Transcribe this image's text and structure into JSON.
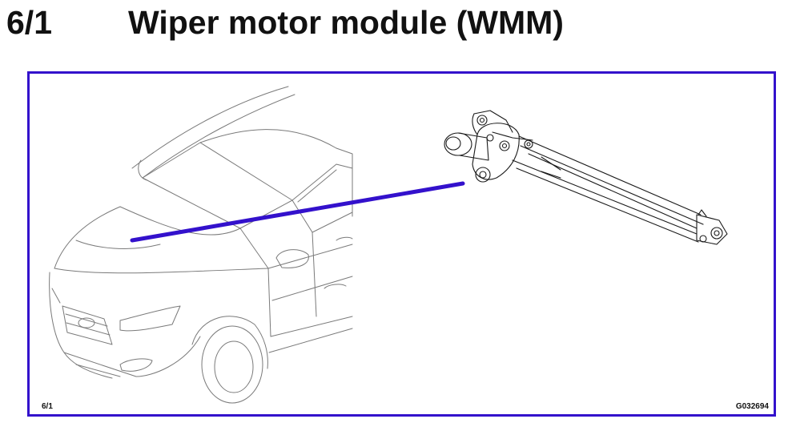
{
  "heading": {
    "number": "6/1",
    "title": "Wiper motor module (WMM)"
  },
  "figure": {
    "reference": "6/1",
    "code": "G032694",
    "frame_color": "#3311cc",
    "leader_color": "#3311cc"
  }
}
